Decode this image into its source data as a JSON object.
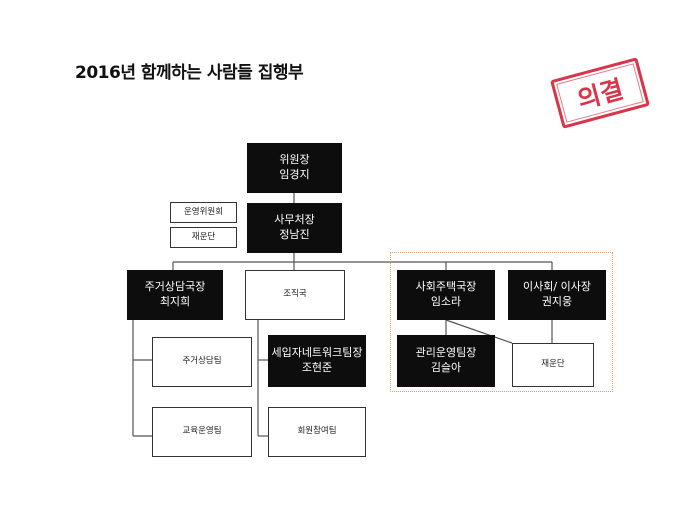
{
  "title": "2016년 함께하는 사람들    집행부",
  "stamp": "의결",
  "nodes": {
    "chair": {
      "role": "위원장",
      "name": "임경지"
    },
    "ops_committee": "운영위원회",
    "finance": "재운단",
    "secretary": {
      "role": "사무처장",
      "name": "정남진"
    },
    "housing_director": {
      "role": "주거상담국장",
      "name": "최지희"
    },
    "org": "조직국",
    "housing_team": "주거상담팀",
    "edu_team": "교육운영팀",
    "network_lead": {
      "role": "세입자네트워크팀장",
      "name": "조현준"
    },
    "member_team": "회원참여팀",
    "social_housing": {
      "role": "사회주택국장",
      "name": "임소라"
    },
    "board": {
      "role": "이사회/ 이사장",
      "name": "권지웅"
    },
    "mgmt_team": {
      "role": "관리운영팀장",
      "name": "김슬아"
    },
    "finance2": "재운단"
  }
}
